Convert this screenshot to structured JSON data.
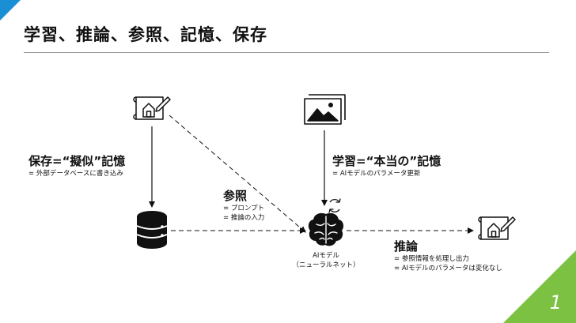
{
  "slide": {
    "title": "学習、推論、参照、記憶、保存",
    "page_number": "1"
  },
  "labels": {
    "save": {
      "head": "保存=“擬似”記憶",
      "sub": "= 外部データベースに書き込み"
    },
    "learn": {
      "head": "学習=“本当の”記憶",
      "sub": "= AIモデルのパラメータ更新"
    },
    "reference": {
      "head": "参照",
      "sub1": "= プロンプト",
      "sub2": "= 推論の入力"
    },
    "model": {
      "line1": "AIモデル",
      "line2": "（ニューラルネット）"
    },
    "inference": {
      "head": "推論",
      "sub1": "= 参照情報を処理し出力",
      "sub2": "= AIモデルのパラメータは変化なし"
    }
  },
  "icons": {
    "input_document": "blueprint-house-pen-icon",
    "training_images": "image-stack-icon",
    "database": "database-icon",
    "model": "brain-icon",
    "cycle": "refresh-cycle-icon",
    "output_document": "blueprint-house-pen-icon"
  },
  "colors": {
    "accent_blue": "#1a8fd6",
    "accent_green": "#7cc142",
    "text": "#111111"
  }
}
